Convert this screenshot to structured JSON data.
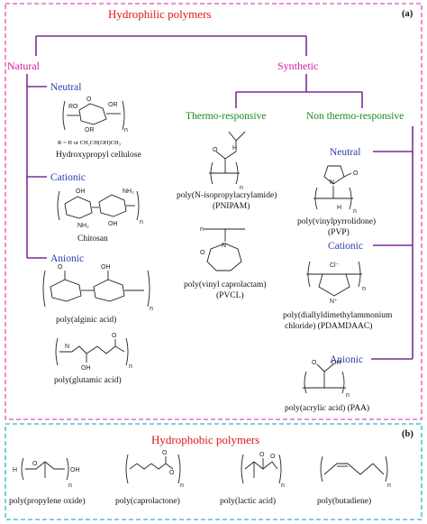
{
  "panel_a": {
    "label": "(a)",
    "title": "Hydrophilic polymers",
    "natural": {
      "label": "Natural",
      "neutral": {
        "label": "Neutral",
        "r_note": "R = H  or  CH₂CH(OH)CH₃",
        "name": "Hydroxypropyl cellulose"
      },
      "cationic": {
        "label": "Cationic",
        "name": "Chitosan"
      },
      "anionic": {
        "label": "Anionic",
        "name1": "poly(alginic acid)",
        "name2": "poly(glutamic acid)"
      }
    },
    "synthetic": {
      "label": "Synthetic",
      "thermo": {
        "label": "Thermo-responsive",
        "pnipam_1": "poly(N-isopropylacrylamide)",
        "pnipam_2": "(PNIPAM)",
        "pvcl_1": "poly(vinyl caprolactam)",
        "pvcl_2": "(PVCL)"
      },
      "non_thermo": {
        "label": "Non thermo-responsive",
        "neutral": {
          "label": "Neutral",
          "name_1": "poly(vinylpyrrolidone)",
          "name_2": "(PVP)"
        },
        "cationic": {
          "label": "Cationic",
          "name_1": "poly(diallyldimethylammonium",
          "name_2": "chloride) (PDAMDAAC)"
        },
        "anionic": {
          "label": "Anionic",
          "name": "poly(acrylic acid) (PAA)"
        }
      }
    }
  },
  "panel_b": {
    "label": "(b)",
    "title": "Hydrophobic polymers",
    "items": [
      "poly(propylene oxide)",
      "poly(caprolactone)",
      "poly(lactic acid)",
      "poly(butadiene)"
    ]
  },
  "atoms": {
    "o": "O",
    "oh": "OH",
    "ro": "RO",
    "or": "OR",
    "nh2": "NH₂",
    "n": "N",
    "nplus": "N⁺",
    "cl": "Cl⁻",
    "h": "H",
    "hn": "H",
    "n_sub": "n"
  },
  "colors": {
    "title": "#e0161b",
    "natural_synthetic": "#d6199c",
    "thermo": "#178a1c",
    "ionic": "#2b3bb0",
    "tree": "#7a2d9a",
    "box_a": "#e84fb3",
    "box_b": "#2bb5c9"
  }
}
